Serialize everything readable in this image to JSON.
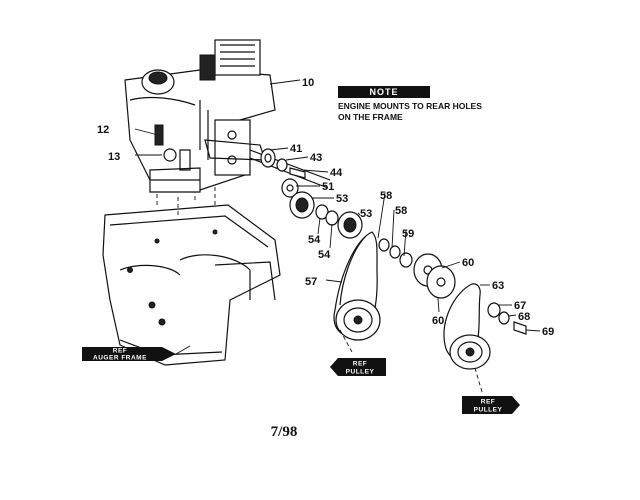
{
  "note": {
    "title": "NOTE",
    "line1": "ENGINE MOUNTS TO REAR HOLES",
    "line2": "ON THE FRAME"
  },
  "callouts": [
    "10",
    "12",
    "13",
    "41",
    "43",
    "44",
    "51",
    "53",
    "54",
    "57",
    "58",
    "59",
    "60",
    "63",
    "67",
    "68",
    "69"
  ],
  "ref_labels": {
    "auger_frame": [
      "REF",
      "AUGER FRAME"
    ],
    "pulley_1": [
      "REF",
      "PULLEY"
    ],
    "pulley_2": [
      "REF",
      "PULLEY"
    ]
  },
  "page_date": "7/98"
}
